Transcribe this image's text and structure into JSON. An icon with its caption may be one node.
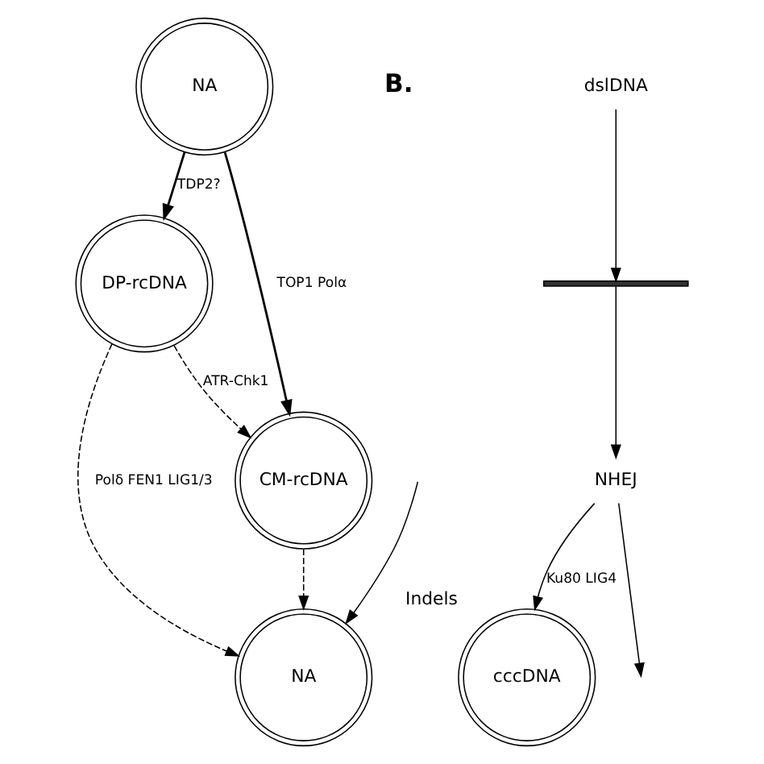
{
  "diagram": {
    "nodes": [
      {
        "text": [
          "NA"
        ]
      },
      {
        "text": [
          "DP-rcDNA"
        ]
      },
      {
        "text": [
          "CM-rcDNA"
        ]
      },
      {
        "text": [
          "NA"
        ]
      },
      {
        "text": [
          "dslDNA"
        ]
      },
      {
        "text": [],
        "shape": "bar"
      },
      {
        "text": [
          "NHEJ"
        ]
      },
      {
        "text": [
          "cccDNA"
        ],
        "beside": [
          "Indels"
        ]
      }
    ],
    "edges": [
      {
        "from": 0,
        "to": 1,
        "label": "TDP2?",
        "arrow": "to"
      },
      {
        "from": 0,
        "to": 2,
        "label": "TOP1 Polα",
        "arrow": "to"
      },
      {
        "from": 1,
        "to": 3,
        "label": "Polδ FEN1 LIG1/3",
        "arrow": "to",
        "style": "dashed"
      },
      {
        "from": 1,
        "to": 2,
        "label": "ATR-Chk1",
        "arrow": "to",
        "style": "dashed"
      },
      {
        "from": 2,
        "to": 3,
        "arrow": "to",
        "style": "dashed"
      },
      {
        "from": null,
        "to": 3,
        "arrow": "to"
      },
      {
        "from": 4,
        "to": 5,
        "arrow": "to"
      },
      {
        "from": 5,
        "to": 6,
        "arrow": "to"
      },
      {
        "from": 6,
        "to": 7,
        "label": "Ku80 LIG4",
        "arrow": "to"
      },
      {
        "from": 6,
        "to": null,
        "arrow": "to"
      }
    ],
    "labels": [
      "B."
    ]
  }
}
